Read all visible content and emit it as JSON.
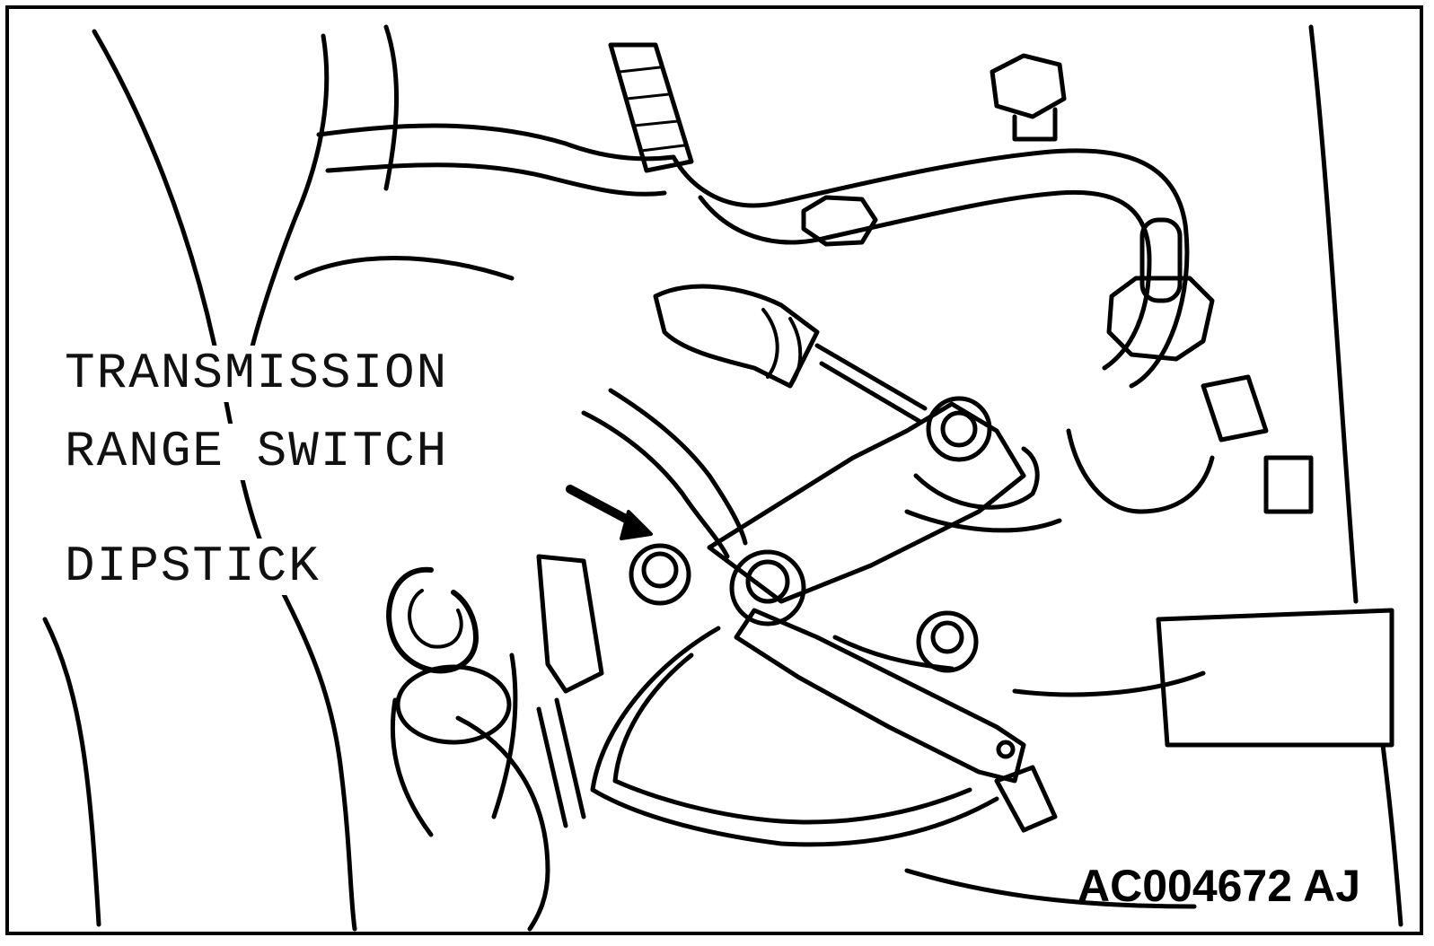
{
  "labels": {
    "line1": "TRANSMISSION",
    "line2": "RANGE SWITCH",
    "line3": "DIPSTICK"
  },
  "figure_code": "AC004672 AJ",
  "colors": {
    "line": "#000000",
    "background": "#ffffff"
  }
}
